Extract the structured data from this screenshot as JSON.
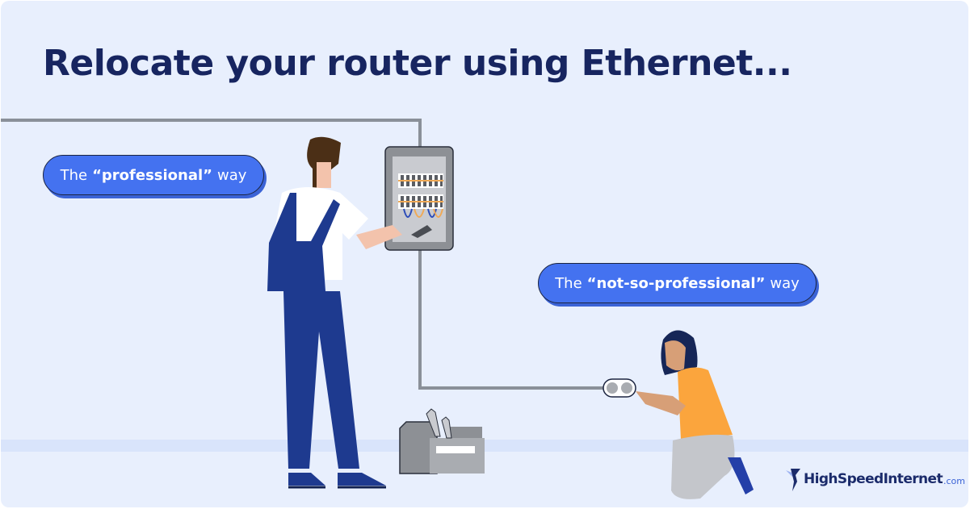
{
  "title": "Relocate your router using Ethernet...",
  "callouts": {
    "professional": {
      "prefix": "The",
      "emphasis": "“professional”",
      "suffix": "way"
    },
    "not_so_professional": {
      "prefix": "The",
      "emphasis": "“not-so-professional”",
      "suffix": "way"
    }
  },
  "brand": {
    "name": "HighSpeedInternet",
    "tld": ".com",
    "icon": "bird-icon"
  },
  "colors": {
    "background": "#e8effd",
    "title": "#172560",
    "pill": "#4472f0",
    "overalls": "#1e3a8f",
    "shirt_orange": "#fba53d",
    "cable": "#8a9099"
  },
  "illustration": {
    "figures": [
      "technician-at-electrical-panel",
      "woman-kneeling-at-wall-outlet"
    ],
    "objects": [
      "electrical-panel",
      "ethernet-cable",
      "wall-outlet",
      "toolbox"
    ]
  }
}
